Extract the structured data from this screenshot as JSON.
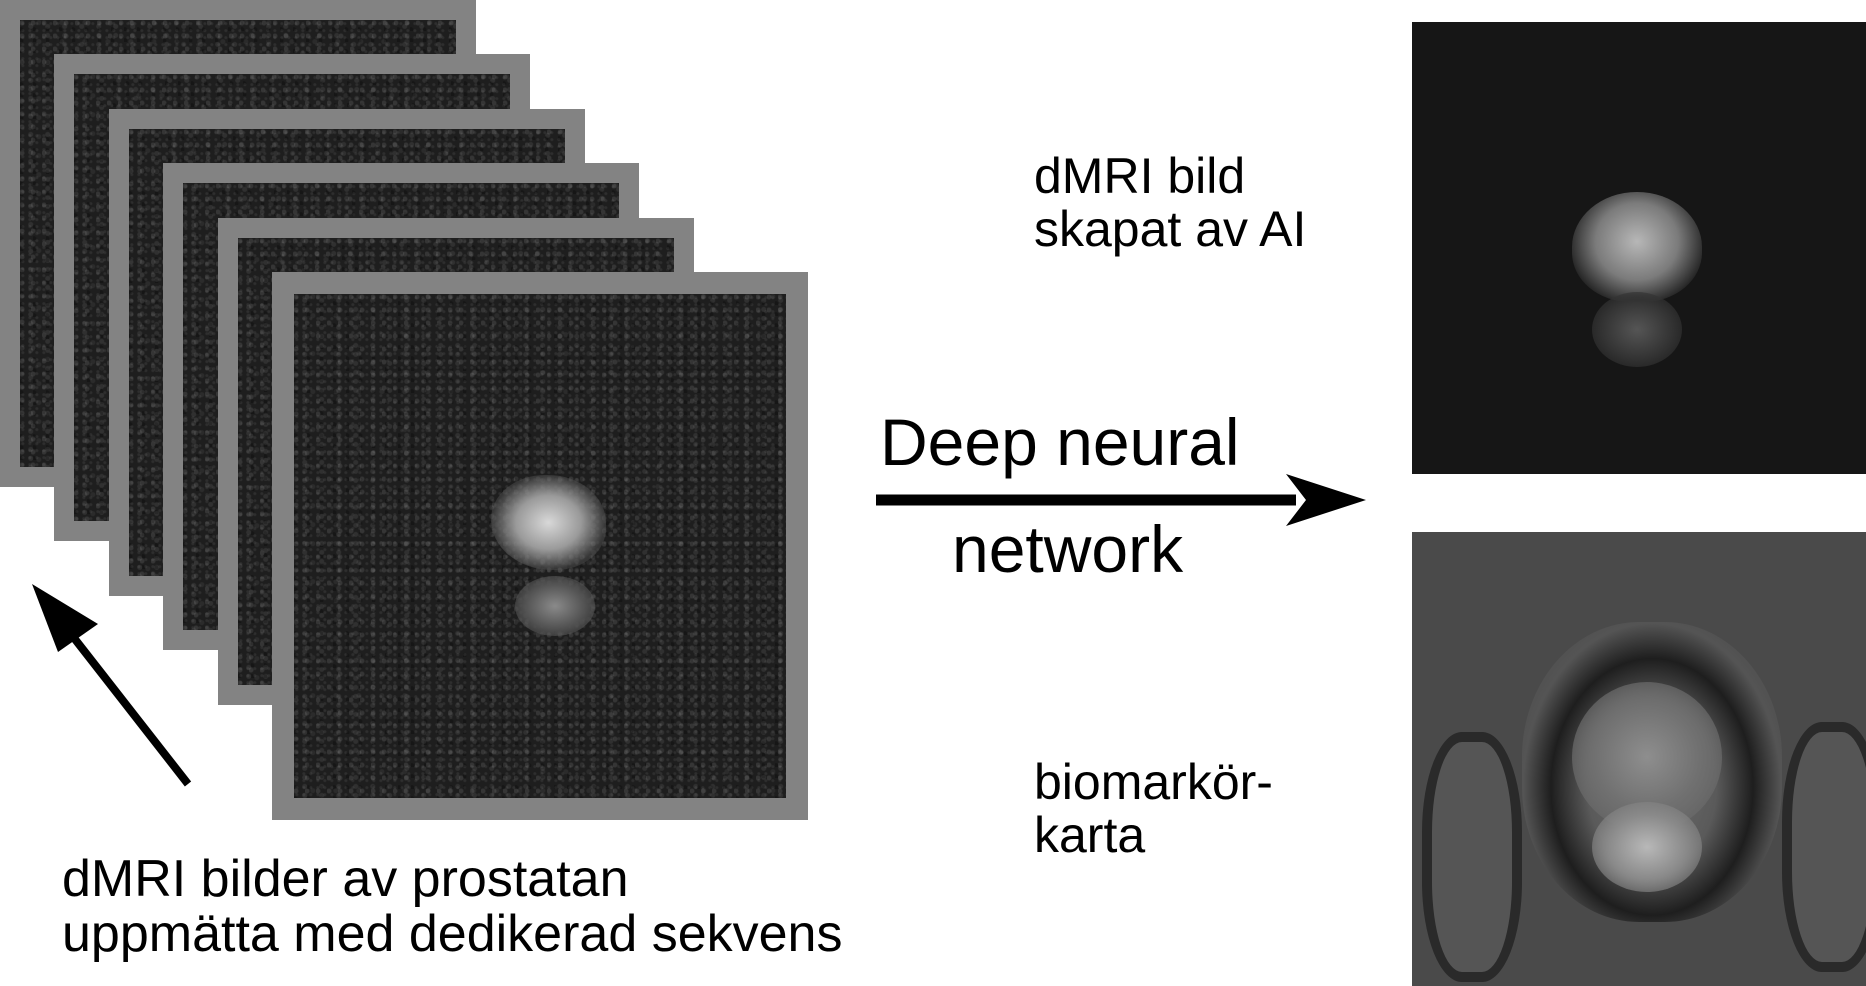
{
  "captions": {
    "input_images": "dMRI bilder av prostatan\nuppmätta med dedikerad sekvens",
    "ai_image": "dMRI bild\nskapat av AI",
    "biomarker_map": "biomarkör-\nkarta"
  },
  "arrow": {
    "line1": "Deep neural",
    "line2": "network"
  },
  "images": {
    "input_stack_count": 6,
    "outputs": [
      "ai-generated-dmri",
      "biomarker-map"
    ]
  },
  "colors": {
    "frame": "#838383",
    "image_dark": "#1e1e1e",
    "text": "#000000"
  }
}
